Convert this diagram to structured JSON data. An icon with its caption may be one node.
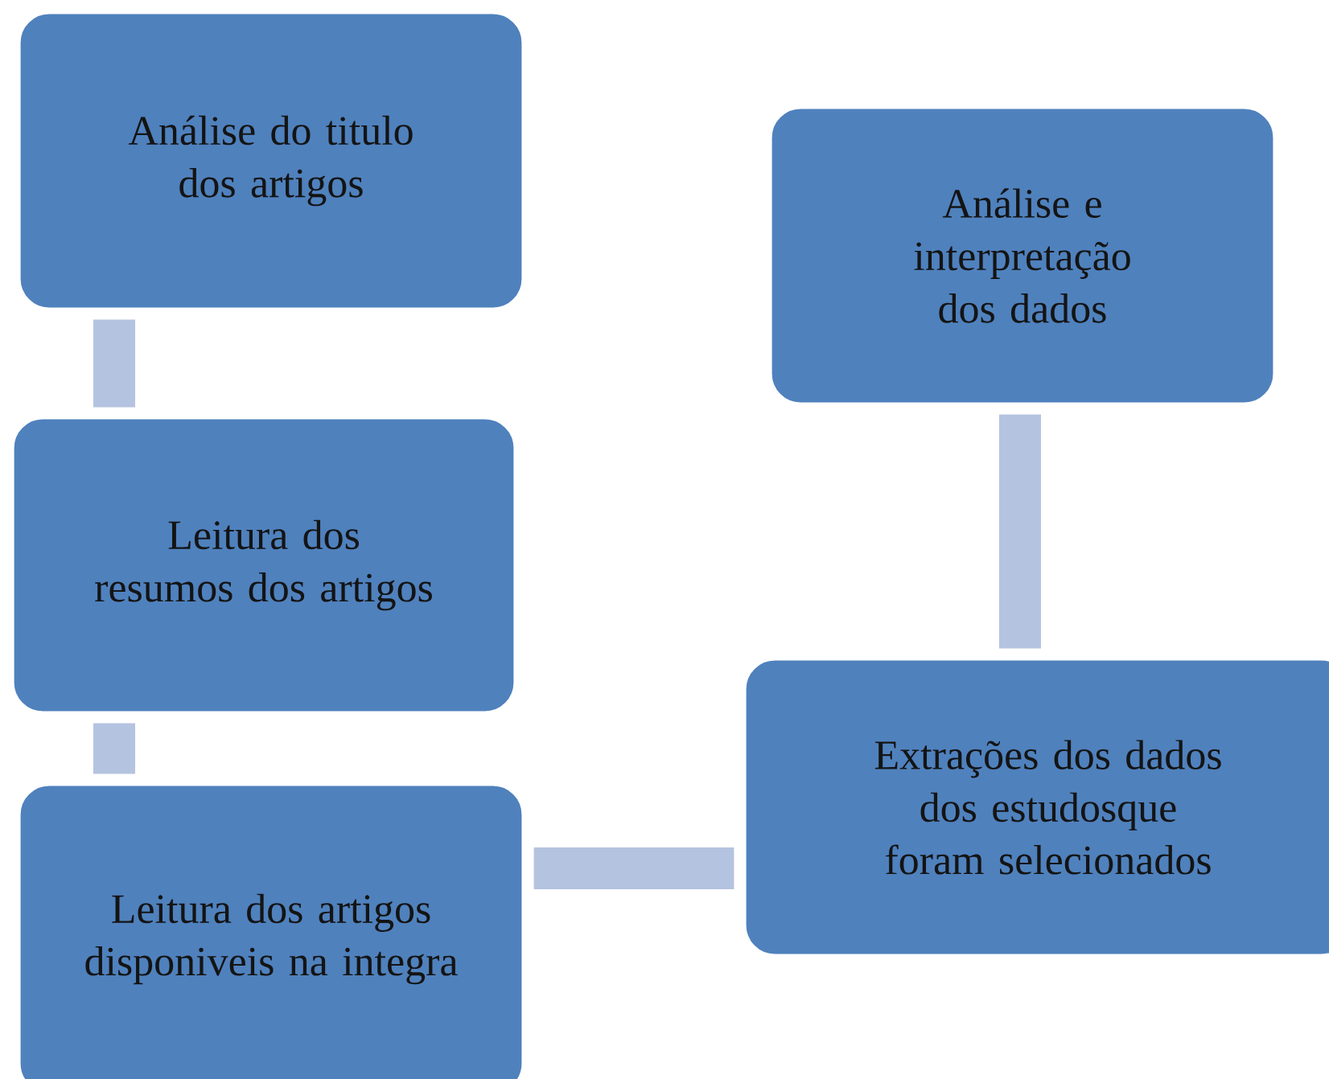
{
  "diagram": {
    "nodes": [
      {
        "text": [
          "Análise do titulo dos artigos"
        ]
      },
      {
        "text": [
          "Leitura dos resumos dos artigos"
        ]
      },
      {
        "text": [
          "Leitura dos artigos disponiveis na integra"
        ]
      },
      {
        "text": [
          "Extrações dos dados dos estudosque foram selecionados"
        ]
      },
      {
        "text": [
          "Análise e interpretação dos dados"
        ]
      }
    ],
    "edges": [
      {
        "from": 0,
        "to": 1,
        "arrow": "none"
      },
      {
        "from": 1,
        "to": 2,
        "arrow": "none"
      },
      {
        "from": 2,
        "to": 3,
        "arrow": "none"
      },
      {
        "from": 3,
        "to": 4,
        "arrow": "none"
      }
    ]
  }
}
